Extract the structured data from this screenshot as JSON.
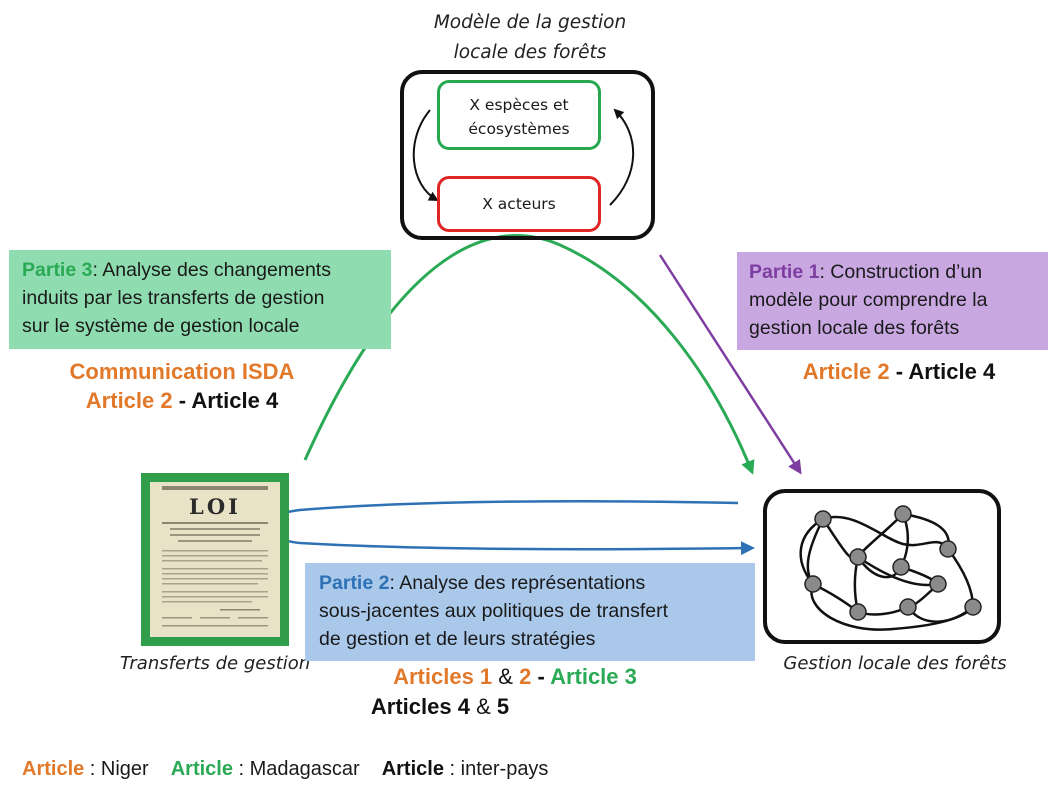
{
  "model": {
    "title_line1": "Modèle de la gestion",
    "title_line2": "locale des forêts",
    "species_line1": "X espèces et",
    "species_line2": "écosystèmes",
    "actors": "X acteurs"
  },
  "part3": {
    "tag": "Partie 3",
    "text_line1": ": Analyse des changements",
    "text_line2": "induits par les transferts de gestion",
    "text_line3": "sur le système de gestion locale",
    "communication": "Communication ISDA",
    "article_a": "Article 2",
    "sep": " - ",
    "article_b": "Article 4"
  },
  "part1": {
    "tag": "Partie 1",
    "text_line1": ": Construction d’un",
    "text_line2": "modèle pour comprendre la",
    "text_line3": "gestion locale des forêts",
    "article_a": "Article 2",
    "sep": " - ",
    "article_b": "Article 4"
  },
  "part2": {
    "tag": "Partie 2",
    "text_line1": ": Analyse des représentations",
    "text_line2": "sous-jacentes aux politiques de transfert",
    "text_line3": "de gestion et de leurs stratégies",
    "art_1": "Articles 1",
    "amp1": " & ",
    "art_2": "2",
    "sep": " - ",
    "art_3": "Article 3",
    "art_4": "Articles 4",
    "amp2": " & ",
    "art_5": "5"
  },
  "document": {
    "title": "LOI"
  },
  "captions": {
    "transfer": "Transferts de gestion",
    "local": "Gestion locale des forêts"
  },
  "legend": {
    "niger_key": "Article",
    "niger_val": " : Niger",
    "mada_key": "Article",
    "mada_val": " : Madagascar",
    "inter_key": "Article",
    "inter_val": " : inter-pays"
  },
  "colors": {
    "niger": "#e2792a",
    "madagascar": "#2aaa55",
    "inter_pays": "#111111",
    "partie1": "#7e3da0",
    "partie2": "#2e72b5",
    "partie3": "#2aaa55"
  }
}
